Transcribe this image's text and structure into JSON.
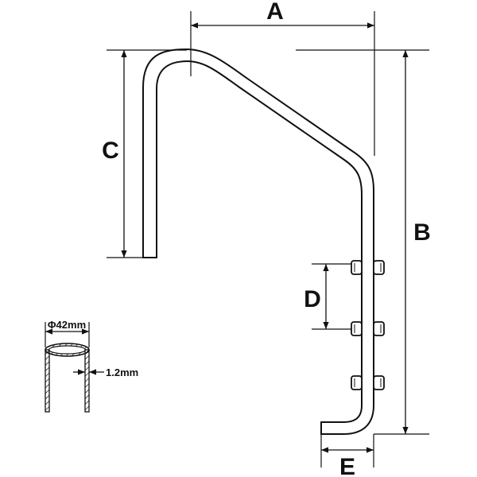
{
  "labels": {
    "a": "A",
    "b": "B",
    "c": "C",
    "d": "D",
    "e": "E"
  },
  "tube_detail": {
    "diameter": "Φ42mm",
    "thickness": "1.2mm"
  },
  "colors": {
    "line": "#111111",
    "background": "#ffffff"
  }
}
